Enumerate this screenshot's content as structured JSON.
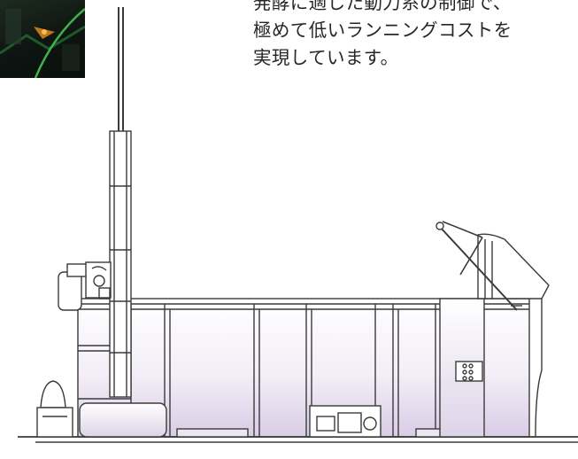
{
  "caption": {
    "line1": "発酵に適した動力系の制御で、",
    "line2": "極めて低いランニングコストを",
    "line3": "実現しています。"
  },
  "colors": {
    "outline": "#3a3a3a",
    "shade_top": "#ffffff",
    "shade_bottom": "#d9cde6",
    "photo_dark": "#0e1411",
    "photo_accent": "#3fb24a"
  },
  "icons": {
    "photo": "machinery-photo",
    "chimney": "exhaust-stack",
    "motor": "gear-motor",
    "panel": "control-panel"
  }
}
